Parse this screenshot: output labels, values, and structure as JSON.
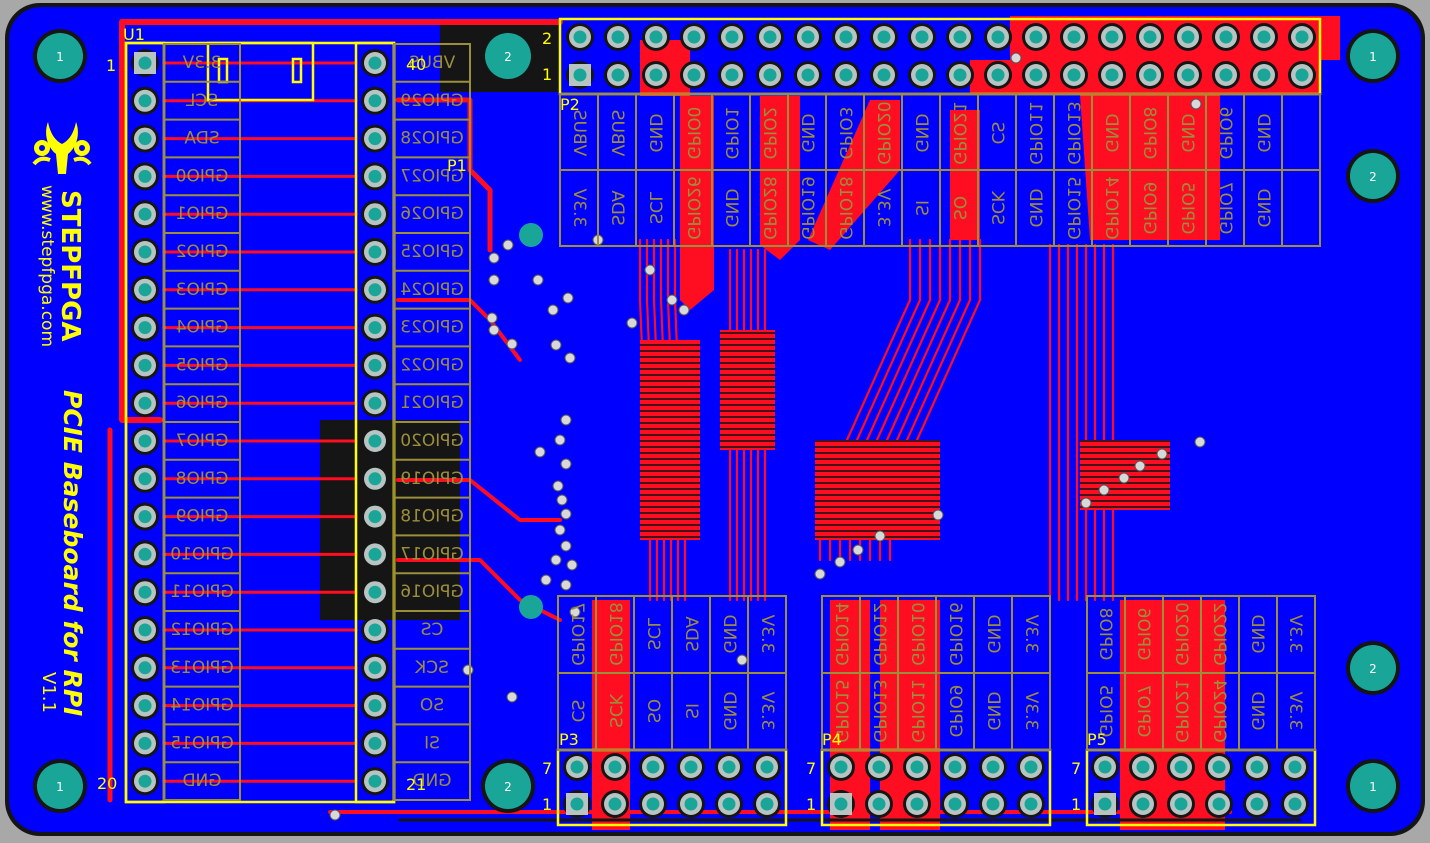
{
  "board": {
    "brand": "STEPFPGA",
    "url": "www.stepfpga.com",
    "title": "PCIE Baseboard for RPI",
    "version": "V1.1"
  },
  "colors": {
    "background": "#a8a8a8",
    "bottom_copper": "#0000ff",
    "top_copper": "#ff0d20",
    "silkscreen": "#ffff00",
    "pad": "#1aa599",
    "dark_outline": "#151515"
  },
  "designators": {
    "u1": "U1",
    "p1": "P1",
    "p2": "P2",
    "p3": "P3",
    "p4": "P4",
    "p5": "P5"
  },
  "pin_numbers": {
    "u1_1": "1",
    "u1_20": "20",
    "u1_40": "40",
    "u1_21": "21",
    "p2_2": "2",
    "p2_1": "1",
    "p3_7": "7",
    "p3_1": "1",
    "p4_7": "7",
    "p4_1": "1",
    "p5_7": "7",
    "p5_1": "1"
  },
  "mounting_holes": [
    {
      "label": "1"
    },
    {
      "label": "2"
    },
    {
      "label": "1"
    },
    {
      "label": "2"
    },
    {
      "label": "1"
    },
    {
      "label": "2"
    },
    {
      "label": "2"
    },
    {
      "label": "1"
    }
  ],
  "u1_left_labels": [
    "3.3V",
    "SCL",
    "SDA",
    "GPIO0",
    "GPIO1",
    "GPIO2",
    "GPIO3",
    "GPIO4",
    "GPIO5",
    "GPIO6",
    "GPIO7",
    "GPIO8",
    "GPIO9",
    "GPIO10",
    "GPIO11",
    "GPIO12",
    "GPIO13",
    "GPIO14",
    "GPIO15",
    "GND"
  ],
  "u1_right_labels": [
    "VBUS",
    "GPIO29",
    "GPIO28",
    "GPIO27",
    "GPIO26",
    "GPIO25",
    "GPIO24",
    "GPIO23",
    "GPIO22",
    "GPIO21",
    "GPIO20",
    "GPIO19",
    "GPIO18",
    "GPIO17",
    "GPIO16",
    "CS",
    "SCK",
    "SO",
    "SI",
    "GND"
  ],
  "p2_top_labels": [
    "VBUS",
    "VBUS",
    "GND",
    "GPIO0",
    "GPIO1",
    "GPIO2",
    "GND",
    "GPIO3",
    "GPIO20",
    "GND",
    "GPIO21",
    "CS",
    "GPIO11",
    "GPIO13",
    "GND",
    "GPIO8",
    "GND",
    "GPIO6",
    "GND"
  ],
  "p2_bottom_labels": [
    "3.3V",
    "SDA",
    "SCL",
    "GPIO26",
    "GND",
    "GPIO28",
    "GPIO19",
    "GPIO18",
    "3.3V",
    "SI",
    "SO",
    "SCK",
    "GND",
    "GPIO15",
    "GPIO14",
    "GPIO9",
    "GPIO5",
    "GPIO7",
    "GND"
  ],
  "p3_top_labels": [
    "GPIO17",
    "GPIO18",
    "SCL",
    "SDA",
    "GND",
    "3.3V"
  ],
  "p3_bottom_labels": [
    "CS",
    "SCK",
    "SO",
    "SI",
    "GND",
    "3.3V"
  ],
  "p4_top_labels": [
    "GPIO14",
    "GPIO12",
    "GPIO10",
    "GPIO16",
    "GND",
    "3.3V"
  ],
  "p4_bottom_labels": [
    "GPIO15",
    "GPIO13",
    "GPIO11",
    "GPIO9",
    "GND",
    "3.3V"
  ],
  "p5_top_labels": [
    "GPIO8",
    "GPIO6",
    "GPIO20",
    "GPIO22",
    "GND",
    "3.3V"
  ],
  "p5_bottom_labels": [
    "GPIO5",
    "GPIO7",
    "GPIO21",
    "GPIO24",
    "GND",
    "3.3V"
  ]
}
